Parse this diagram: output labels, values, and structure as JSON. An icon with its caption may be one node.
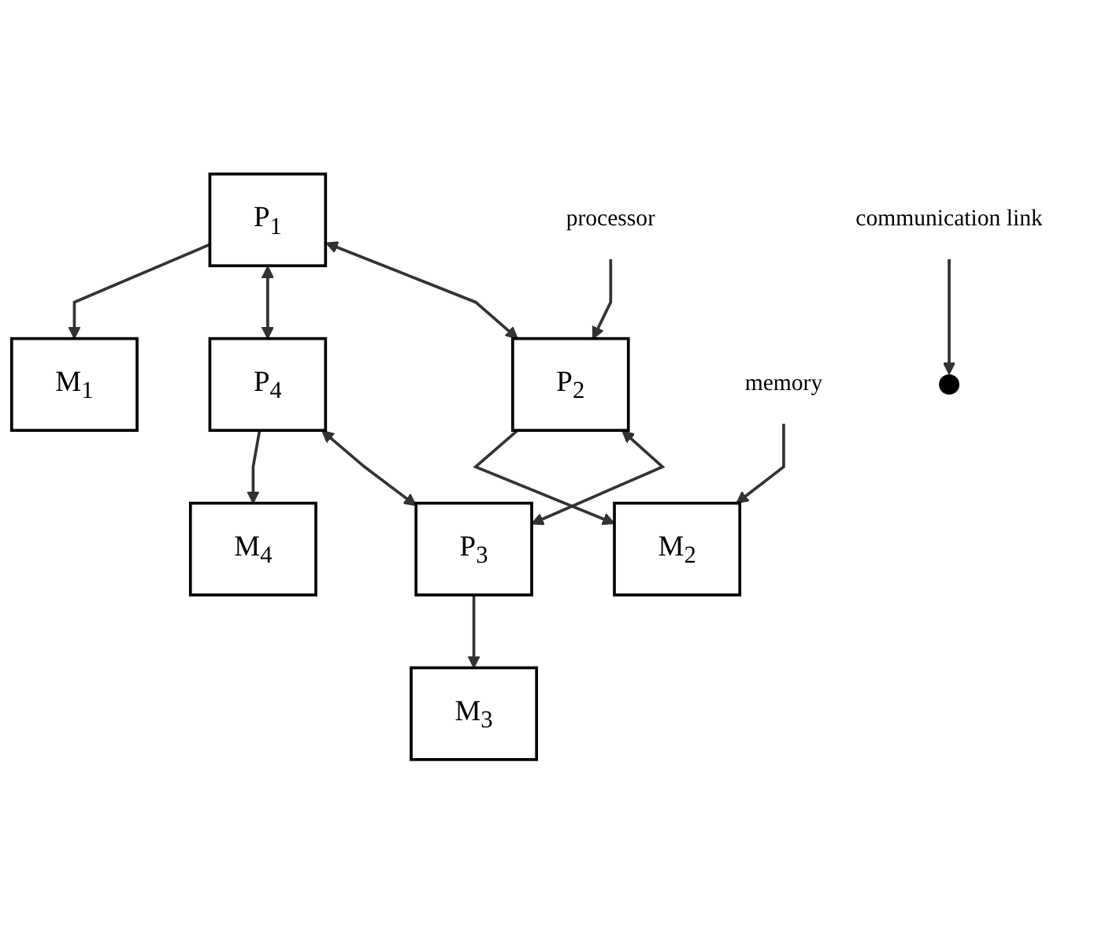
{
  "diagram": {
    "nodes": [
      {
        "text": [
          "memory"
        ]
      },
      {
        "text": [
          "processor"
        ]
      },
      {
        "text": [
          "M$_{1}$"
        ]
      },
      {
        "text": [
          "M$_{2}$"
        ]
      },
      {
        "text": [
          "P$_{1}$"
        ]
      },
      {
        "text": [
          "P$_{2}$"
        ]
      },
      {
        "text": [
          "communication link"
        ]
      },
      {
        "text": [
          "P$_{4}$"
        ]
      },
      {
        "text": [
          "P$_{3}$"
        ]
      },
      {
        "text": [
          "M$_{4}$"
        ]
      },
      {
        "text": [
          "M$_{3}$"
        ]
      }
    ],
    "edges": [
      {
        "from": 4,
        "to": 5,
        "arrow": "both"
      },
      {
        "from": 4,
        "to": 7,
        "arrow": "both"
      },
      {
        "from": 5,
        "to": 8,
        "arrow": "both"
      },
      {
        "from": 7,
        "to": 8,
        "arrow": "both"
      },
      {
        "from": 4,
        "to": 2,
        "arrow": "to"
      },
      {
        "from": 5,
        "to": 3,
        "arrow": "to"
      },
      {
        "from": 8,
        "to": 10,
        "arrow": "to"
      },
      {
        "from": 7,
        "to": 9,
        "arrow": "to"
      },
      {
        "from": 1,
        "to": 5,
        "arrow": "to"
      },
      {
        "from": 0,
        "to": 3,
        "arrow": "to"
      },
      {
        "from": 6,
        "to": null,
        "arrow": "to"
      }
    ]
  }
}
